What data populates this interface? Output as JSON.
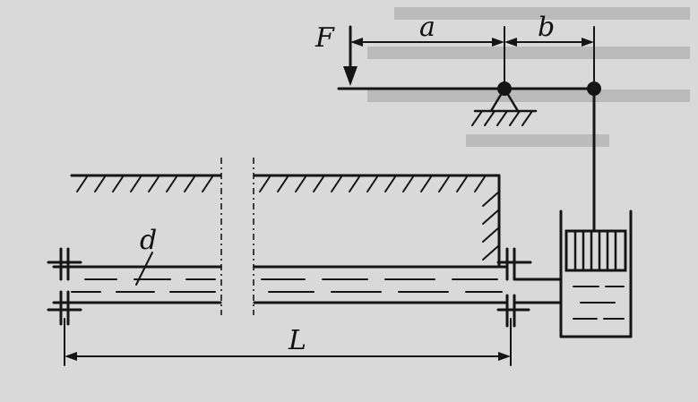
{
  "labels": {
    "force": "F",
    "dim_a": "a",
    "dim_b": "b",
    "diameter": "d",
    "length": "L"
  },
  "colors": {
    "background": "#d9d9d9",
    "ink": "#151515"
  }
}
